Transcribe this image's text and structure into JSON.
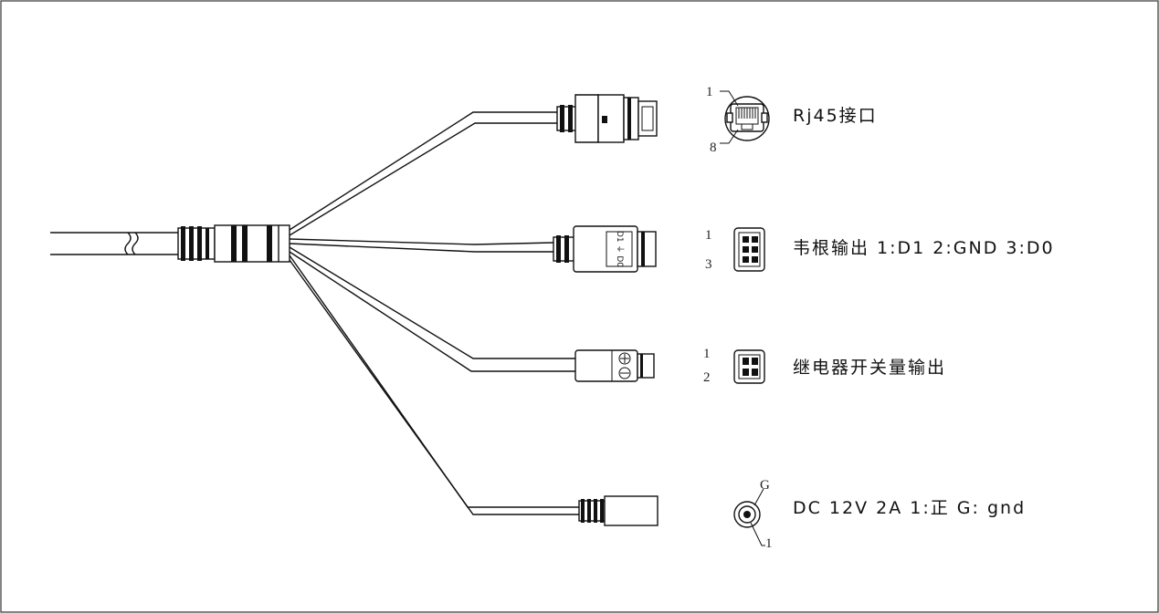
{
  "connectors": [
    {
      "id": "rj45",
      "label": "Rj45接口",
      "pins": [
        "1",
        "8"
      ]
    },
    {
      "id": "wiegand",
      "label": "韦根输出 1:D1 2:GND 3:D0",
      "pins": [
        "1",
        "3"
      ]
    },
    {
      "id": "relay",
      "label": "继电器开关量输出",
      "pins": [
        "1",
        "2"
      ]
    },
    {
      "id": "dc",
      "label": "DC 12V 2A 1:正 G: gnd",
      "pins": [
        "G",
        "1"
      ]
    }
  ],
  "plug_texts": {
    "wiegand": "D1 ⏚ D0",
    "relay_plus": "⊕",
    "relay_minus": "⊖"
  }
}
